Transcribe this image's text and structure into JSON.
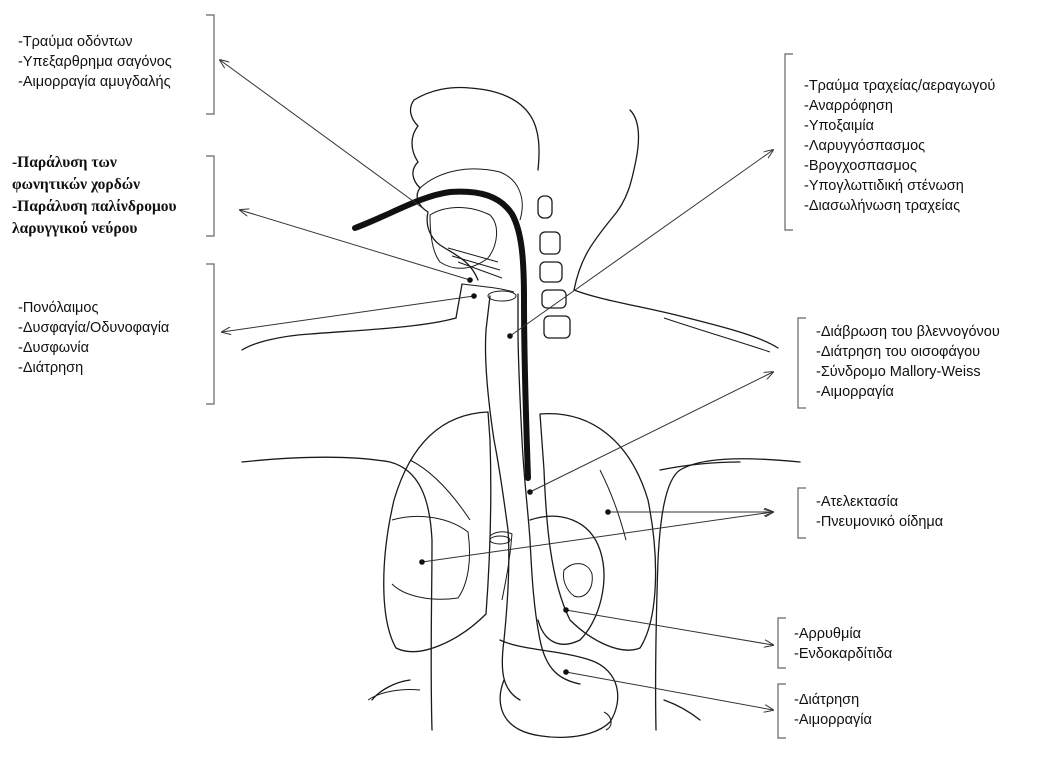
{
  "groups": [
    {
      "id": "teeth_jaw",
      "lines": [
        "-Τραύμα οδόντων",
        "-Υπεξαρθρημα σαγόνος",
        "-Αιμορραγία αμυγδαλής"
      ]
    },
    {
      "id": "vocal",
      "lines": [
        "-Παράλυση των",
        "φωνητικών χορδών",
        "-Παράλυση παλίνδρομου",
        "λαρυγγικού νεύρου"
      ]
    },
    {
      "id": "pharynx",
      "lines": [
        "-Πονόλαιμος",
        "-Δυσφαγία/Οδυνοφαγία",
        "-Δυσφωνία",
        "-Διάτρηση"
      ]
    },
    {
      "id": "trachea",
      "lines": [
        "-Τραύμα τραχείας/αεραγωγού",
        "-Αναρρόφηση",
        "-Υποξαιμία",
        "-Λαρυγγόσπασμος",
        "-Βρογχοσπασμος",
        "-Υπογλωττιδική στένωση",
        "-Διασωλήνωση τραχείας"
      ]
    },
    {
      "id": "esophagus",
      "lines": [
        "-Διάβρωση του βλεννογόνου",
        "-Διάτρηση του οισοφάγου",
        "-Σύνδρομο Mallory-Weiss",
        "-Αιμορραγία"
      ]
    },
    {
      "id": "lungs",
      "lines": [
        "-Ατελεκτασία",
        "-Πνευμονικό οίδημα"
      ]
    },
    {
      "id": "heart",
      "lines": [
        "-Αρρυθμία",
        "-Ενδοκαρδίτιδα"
      ]
    },
    {
      "id": "stomach",
      "lines": [
        "-Διάτρηση",
        "-Αιμορραγία"
      ]
    }
  ]
}
